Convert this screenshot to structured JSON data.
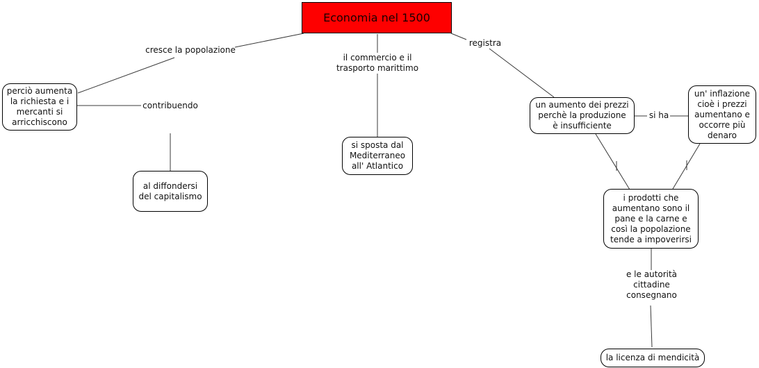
{
  "colors": {
    "title_bg": "#fe0000",
    "box_bg": "#ffffff",
    "box_border": "#000000",
    "connector_line": "#383838",
    "text": "#111111"
  },
  "nodes": {
    "economia": {
      "text": "Economia nel 1500"
    },
    "richiesta": {
      "text": "perciò aumenta\nla richiesta e i\nmercanti si\narricchiscono"
    },
    "capitalismo": {
      "text": "al diffondersi\ndel capitalismo"
    },
    "mediterraneo": {
      "text": "si sposta dal\nMediterraneo\nall' Atlantico"
    },
    "aumento_prezzi": {
      "text": "un aumento dei prezzi\nperchè la produzione\nè insufficiente"
    },
    "inflazione": {
      "text": "un' inflazione\ncioè i prezzi\naumentano e\noccorre più\ndenaro"
    },
    "prodotti": {
      "text": "i prodotti che\naumentano sono il\npane e la carne e\ncosì la popolazione\ntende a impoverirsi"
    },
    "licenza": {
      "text": "la licenza di mendicità"
    }
  },
  "links": {
    "cresce": {
      "text": "cresce la popolazione"
    },
    "contribuendo": {
      "text": "contribuendo"
    },
    "commercio": {
      "text": "il commercio e il\ntrasporto marittimo"
    },
    "registra": {
      "text": "registra"
    },
    "si_ha": {
      "text": "si ha"
    },
    "autorita": {
      "text": "e le autorità\ncittadine\nconsegnano"
    }
  }
}
